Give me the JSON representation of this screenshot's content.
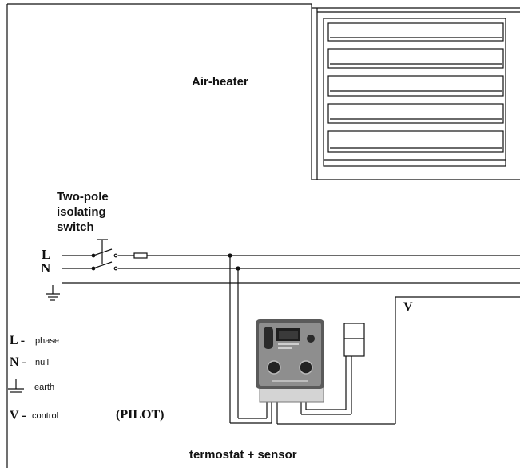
{
  "air_heater": {
    "label": "Air-heater"
  },
  "switch": {
    "label_line1": "Two-pole",
    "label_line2": "isolating",
    "label_line3": "switch"
  },
  "lines": {
    "l": "L",
    "n": "N",
    "v": "V"
  },
  "legend": {
    "l_key": "L -",
    "l_text": "phase",
    "n_key": "N -",
    "n_text": "null",
    "earth_text": "earth",
    "v_key": "V -",
    "v_text": "control"
  },
  "pilot": "(PILOT)",
  "caption": "termostat + sensor",
  "colors": {
    "ink": "#111111",
    "panel": "#4a4a4a",
    "display": "#222222"
  }
}
